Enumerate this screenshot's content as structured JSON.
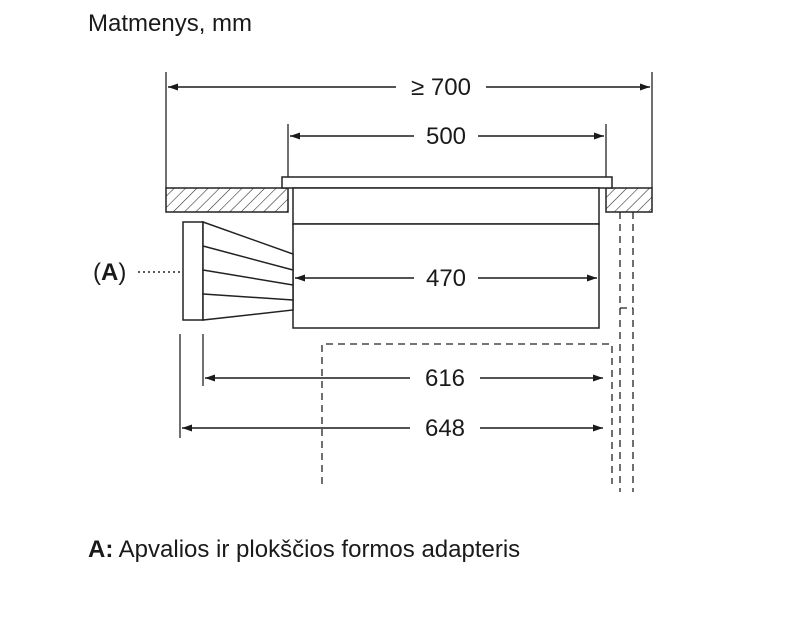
{
  "title": "Matmenys, mm",
  "callout": {
    "letter": "A"
  },
  "dimensions": {
    "min_width": "≥ 700",
    "hob_width": "500",
    "body_width": "470",
    "cutout_depth": "616",
    "total_depth": "648"
  },
  "legend": {
    "key": "A:",
    "text": "Apvalios ir plokščios formos adapteris"
  }
}
